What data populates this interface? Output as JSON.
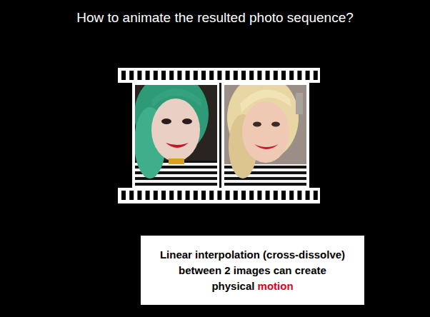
{
  "diagram": {
    "title": "How to animate the resulted photo sequence?",
    "nodes": [
      {
        "text": [
          "Linear interpolation (cross-dissolve) between 2 images can create physical",
          "motion"
        ]
      }
    ]
  }
}
